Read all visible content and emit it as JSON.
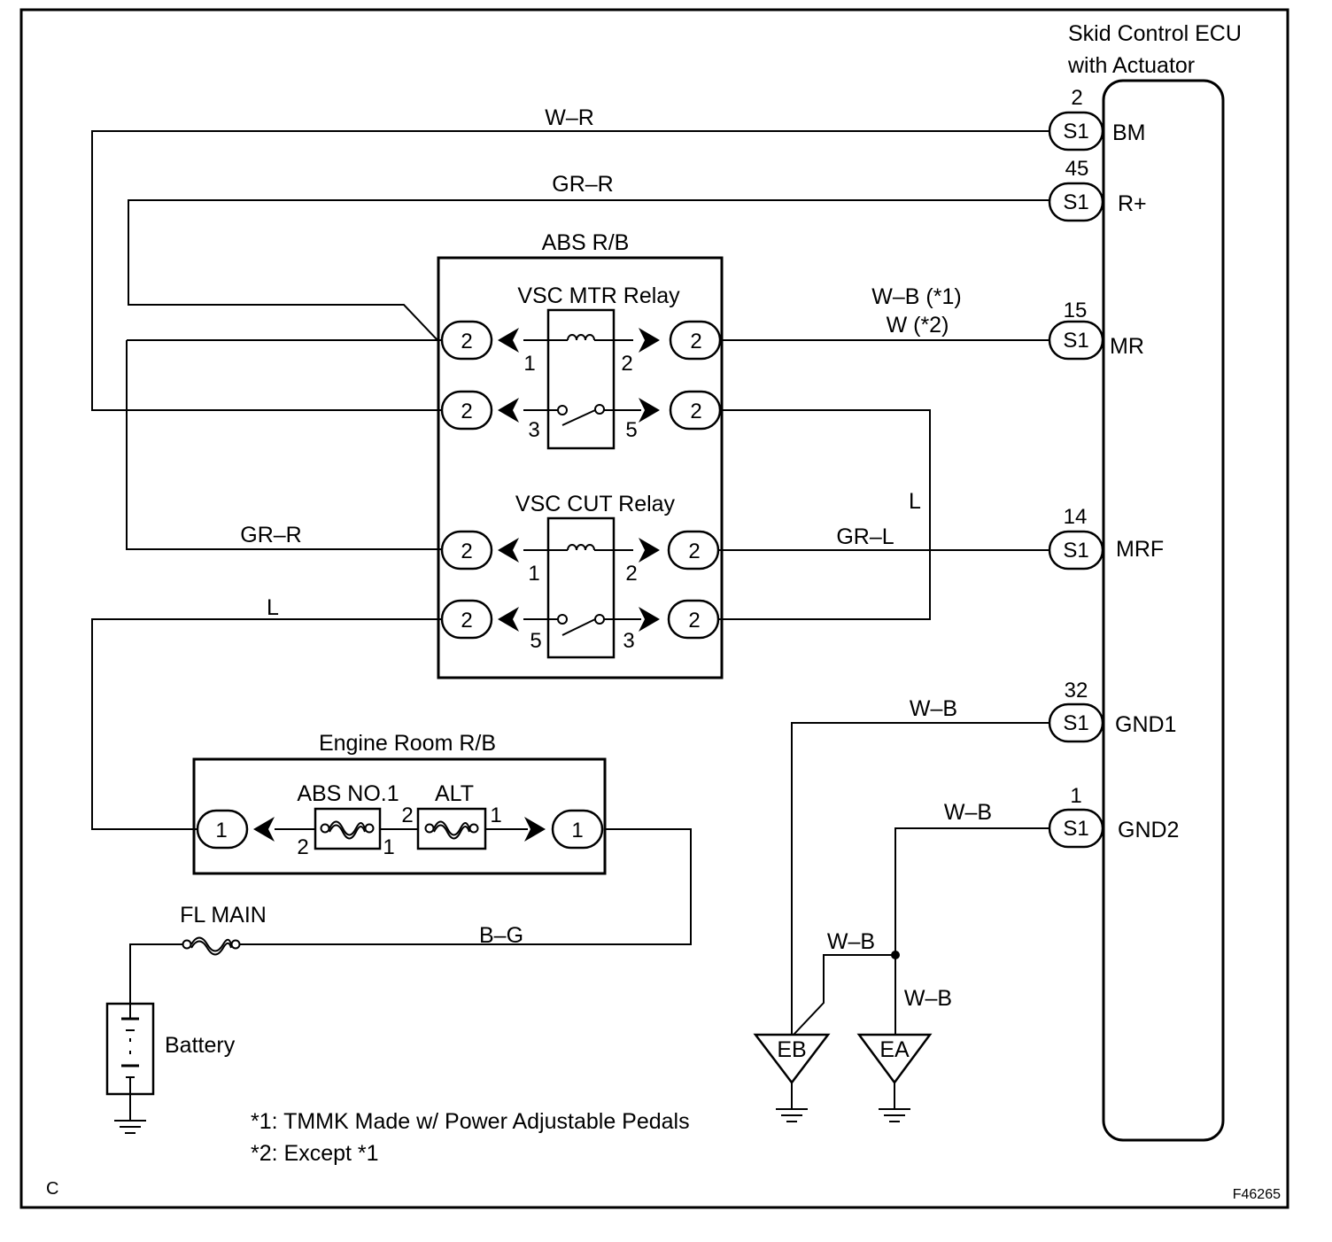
{
  "ecu": {
    "title_line1": "Skid Control ECU",
    "title_line2": "with Actuator",
    "terminals": [
      {
        "pin": "2",
        "connector": "S1",
        "name": "BM"
      },
      {
        "pin": "45",
        "connector": "S1",
        "name": "R+"
      },
      {
        "pin": "15",
        "connector": "S1",
        "name": "MR"
      },
      {
        "pin": "14",
        "connector": "S1",
        "name": "MRF"
      },
      {
        "pin": "32",
        "connector": "S1",
        "name": "GND1"
      },
      {
        "pin": "1",
        "connector": "S1",
        "name": "GND2"
      }
    ]
  },
  "wires": {
    "bm": "W–R",
    "r_plus": "GR–R",
    "mr_line1": "W–B (*1)",
    "mr_line2": "W (*2)",
    "l_vertical": "L",
    "cut_left": "GR–R",
    "mrf": "GR–L",
    "l_left": "L",
    "gnd1": "W–B",
    "gnd2": "W–B",
    "ground_branch": "W–B",
    "ground_ea": "W–B",
    "battery_feed": "B–G"
  },
  "abs_rb": {
    "title": "ABS R/B",
    "mtr_relay": {
      "title": "VSC MTR Relay",
      "conn_left_top": "2",
      "conn_right_top": "2",
      "conn_left_bot": "2",
      "conn_right_bot": "2",
      "pin_1": "1",
      "pin_2": "2",
      "pin_3": "3",
      "pin_5": "5"
    },
    "cut_relay": {
      "title": "VSC CUT Relay",
      "conn_left_top": "2",
      "conn_right_top": "2",
      "conn_left_bot": "2",
      "conn_right_bot": "2",
      "pin_1": "1",
      "pin_2": "2",
      "pin_5": "5",
      "pin_3": "3"
    }
  },
  "engine_rb": {
    "title": "Engine Room R/B",
    "conn_left": "1",
    "conn_right": "1",
    "fuse1": {
      "label": "ABS NO.1",
      "pin_left": "2",
      "pin_right": "1"
    },
    "fuse2": {
      "label": "ALT",
      "pin_left": "2",
      "pin_right": "1"
    }
  },
  "fl_main": "FL MAIN",
  "battery": "Battery",
  "grounds": {
    "eb": "EB",
    "ea": "EA"
  },
  "notes": {
    "note1": "*1: TMMK Made w/ Power Adjustable Pedals",
    "note2": "*2: Except *1"
  },
  "corner_letter": "C",
  "figure_code": "F46265"
}
